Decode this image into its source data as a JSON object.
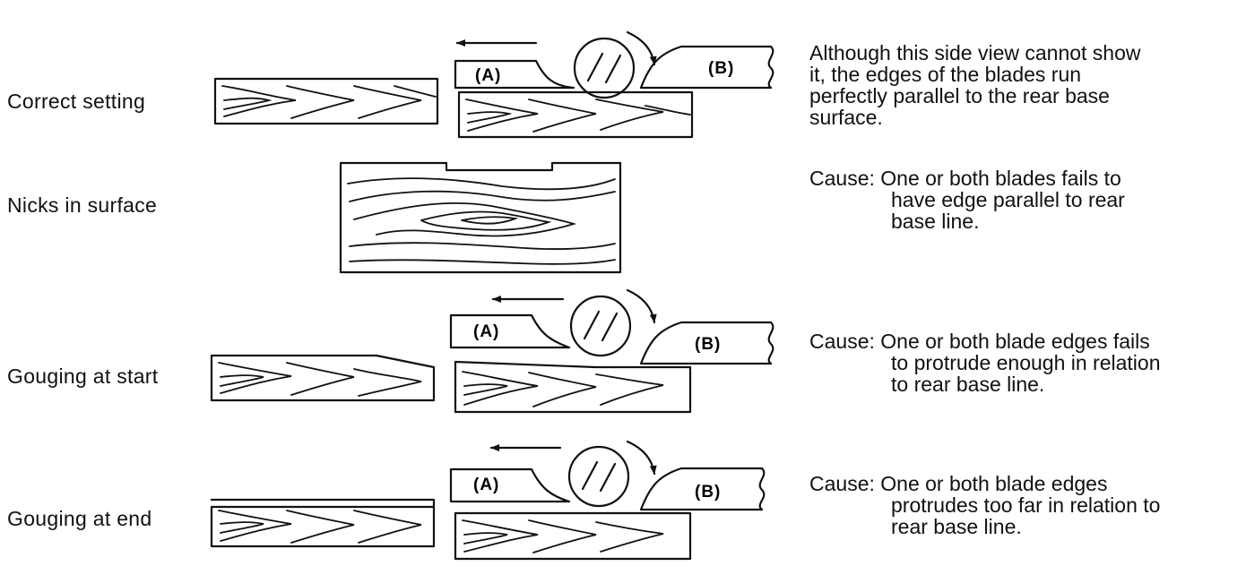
{
  "rows": [
    {
      "label": "Correct setting",
      "description_lines": [
        "Although this side view cannot show",
        "it, the edges of the blades run",
        "perfectly parallel to the rear base",
        "surface."
      ]
    },
    {
      "label": "Nicks in surface",
      "description_first": "Cause: One or both blades fails to",
      "description_cont": [
        "have edge parallel to rear",
        "base line."
      ]
    },
    {
      "label": "Gouging at start",
      "description_first": "Cause: One or both blade edges fails",
      "description_cont": [
        "to protrude enough in relation",
        "to rear base line."
      ]
    },
    {
      "label": "Gouging at end",
      "description_first": "Cause: One or both blade edges",
      "description_cont": [
        "protrudes too far in relation to",
        "rear base line."
      ]
    }
  ],
  "blade_labels": {
    "a": "(A)",
    "b": "(B)"
  }
}
